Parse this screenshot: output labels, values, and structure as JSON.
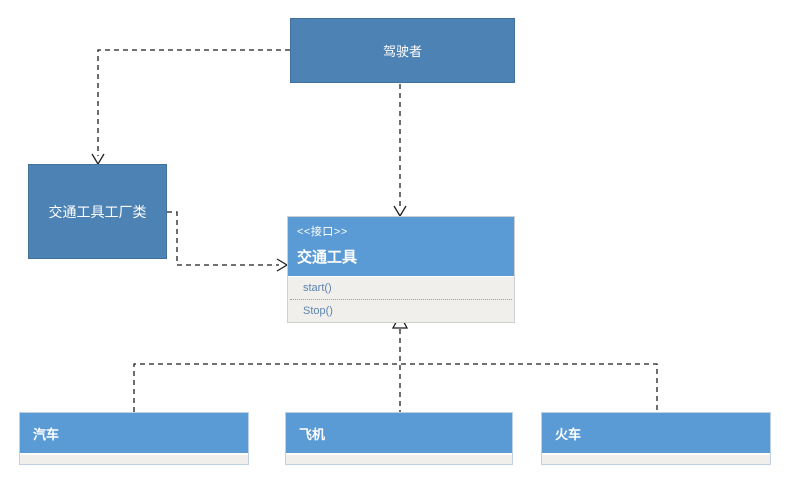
{
  "diagram": {
    "nodes": {
      "driver": {
        "label": "驾驶者"
      },
      "factory": {
        "label": "交通工具工厂类"
      },
      "interface": {
        "stereotype": "<<接口>>",
        "name": "交通工具",
        "methods": [
          "start()",
          "Stop()"
        ]
      },
      "car": {
        "label": "汽车"
      },
      "plane": {
        "label": "飞机"
      },
      "train": {
        "label": "火车"
      }
    },
    "relations": [
      {
        "from": "driver",
        "to": "factory",
        "type": "dependency-dashed-arrow"
      },
      {
        "from": "driver",
        "to": "interface",
        "type": "dependency-dashed-arrow"
      },
      {
        "from": "factory",
        "to": "interface",
        "type": "dependency-dashed-arrow"
      },
      {
        "from": "car",
        "to": "interface",
        "type": "realization-dashed-hollow-triangle"
      },
      {
        "from": "plane",
        "to": "interface",
        "type": "realization-dashed-hollow-triangle"
      },
      {
        "from": "train",
        "to": "interface",
        "type": "realization-dashed-hollow-triangle"
      }
    ],
    "colors": {
      "node_dark_blue": "#4c82b4",
      "node_dark_border": "#41719c",
      "node_light_blue": "#5b9bd5",
      "body_bg": "#f1efec",
      "method_text": "#5b84ad",
      "connector": "#1f1f1f",
      "node_light_border": "#bdd0e4"
    }
  }
}
